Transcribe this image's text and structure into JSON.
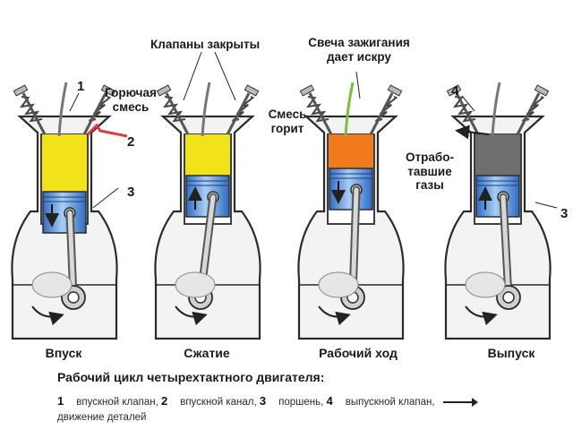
{
  "labels": {
    "valves_closed": "Клапаны закрыты",
    "spark_line1": "Свеча зажигания",
    "spark_line2": "дает искру",
    "mix_burns_line1": "Смесь",
    "mix_burns_line2": "горит",
    "fuel_mix_line1": "Горючая",
    "fuel_mix_line2": "смесь",
    "exhaust_line1": "Отрабо-",
    "exhaust_line2": "тавшие",
    "exhaust_line3": "газы",
    "n1": "1",
    "n2": "2",
    "n3a": "3",
    "n3b": "3",
    "n4": "4"
  },
  "stages": [
    "Впуск",
    "Сжатие",
    "Рабочий ход",
    "Выпуск"
  ],
  "caption": "Рабочий цикл четырехтактного двигателя:",
  "legend": {
    "n1": "1",
    "t1": "впускной клапан,",
    "n2": "2",
    "t2": "впускной канал,",
    "n3": "3",
    "t3": "поршень,",
    "n4": "4",
    "t4": "выпускной клапан,",
    "t5": "движение деталей"
  },
  "colors": {
    "fuel_mixture": "#f2e21a",
    "burning_mixture": "#f07a1c",
    "exhaust_gas": "#6e6e6e",
    "piston": "#3f7fd6",
    "piston_light": "#a9cdf3",
    "engine_block": "#f3f3f3",
    "outline": "#2b2b2b",
    "spark_plug": "#7dbe3a",
    "intake_flow": "#e23a3a"
  },
  "stage_fills": [
    "fuel_mixture",
    "fuel_mixture",
    "burning_mixture",
    "exhaust_gas"
  ]
}
